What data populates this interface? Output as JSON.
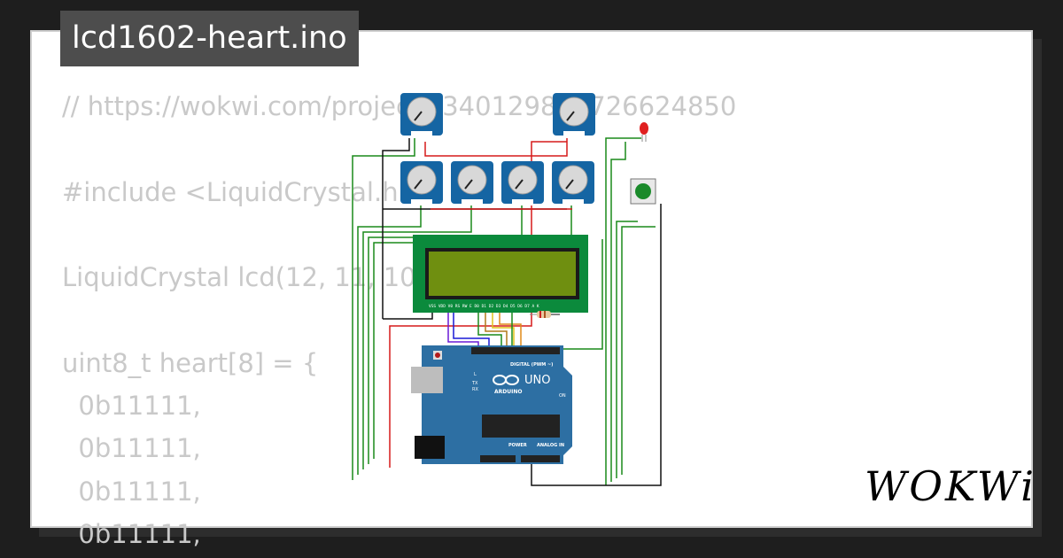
{
  "title": "lcd1602-heart.ino",
  "code_lines": [
    "// https://wokwi.com/projects/340129884726624850",
    "",
    "#include <LiquidCrystal.h>",
    "",
    "LiquidCrystal lcd(12, 11, 10",
    "",
    "uint8_t heart[8] = {",
    "  0b11111,",
    "  0b11111,",
    "  0b11111,",
    "  0b11111,"
  ],
  "board": {
    "brand": "ARDUINO",
    "model": "UNO",
    "digital_label": "DIGITAL (PWM ~)",
    "power_label": "POWER",
    "analog_label": "ANALOG IN",
    "on_label": "ON",
    "tx_label": "TX",
    "rx_label": "RX",
    "l_label": "L"
  },
  "lcd_pins": "VSS VDD V0 RS RW E D0 D1 D2 D3 D4 D5 D6 D7 A K",
  "logo": "WOKWi",
  "colors": {
    "lcd_frame": "#0b8a3c",
    "lcd_screen": "#6f8f10",
    "pot_body": "#1565a3",
    "board": "#2d6fa3",
    "wire_green": "#1a8a1a",
    "wire_black": "#111111",
    "wire_red": "#d61a1a"
  }
}
